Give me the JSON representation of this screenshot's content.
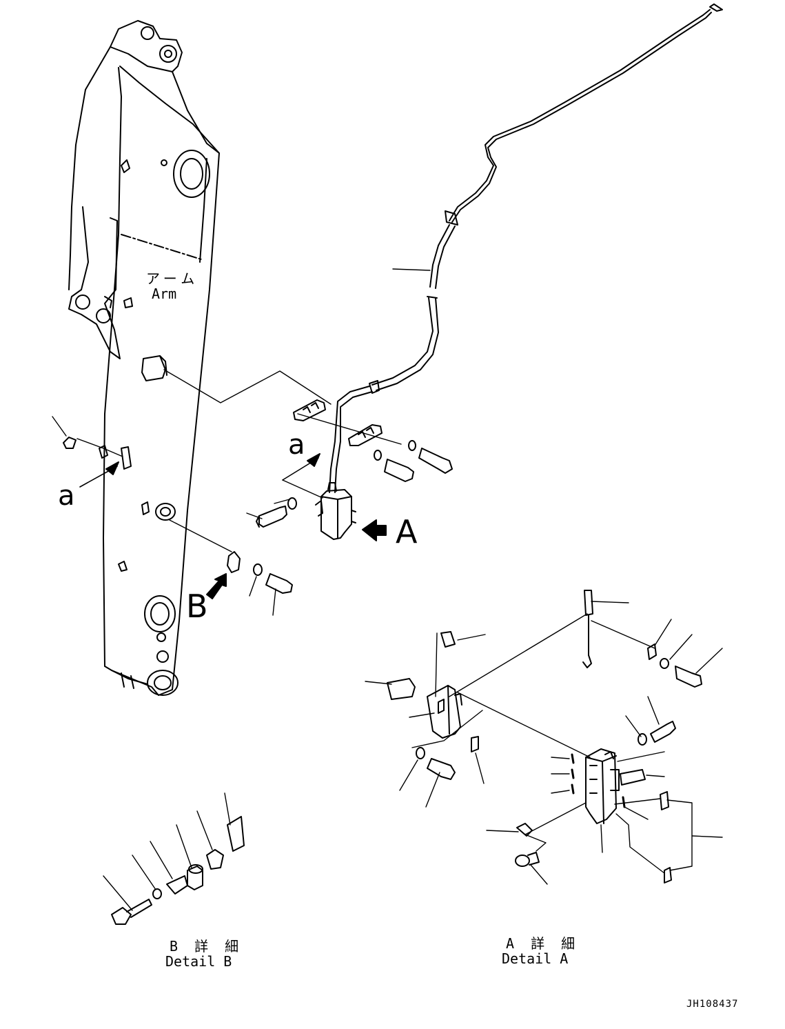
{
  "labels": {
    "arm_jp": "アーム",
    "arm_en": "Arm",
    "view_a_upper": "a",
    "view_a_left": "a",
    "view_A": "A",
    "view_B": "B",
    "detail_b_jp": "B 詳 細",
    "detail_b_en": "Detail B",
    "detail_a_jp": "A 詳 細",
    "detail_a_en": "Detail A",
    "drawing_code": "JH108437"
  },
  "colors": {
    "line": "#000000",
    "background": "#ffffff"
  }
}
